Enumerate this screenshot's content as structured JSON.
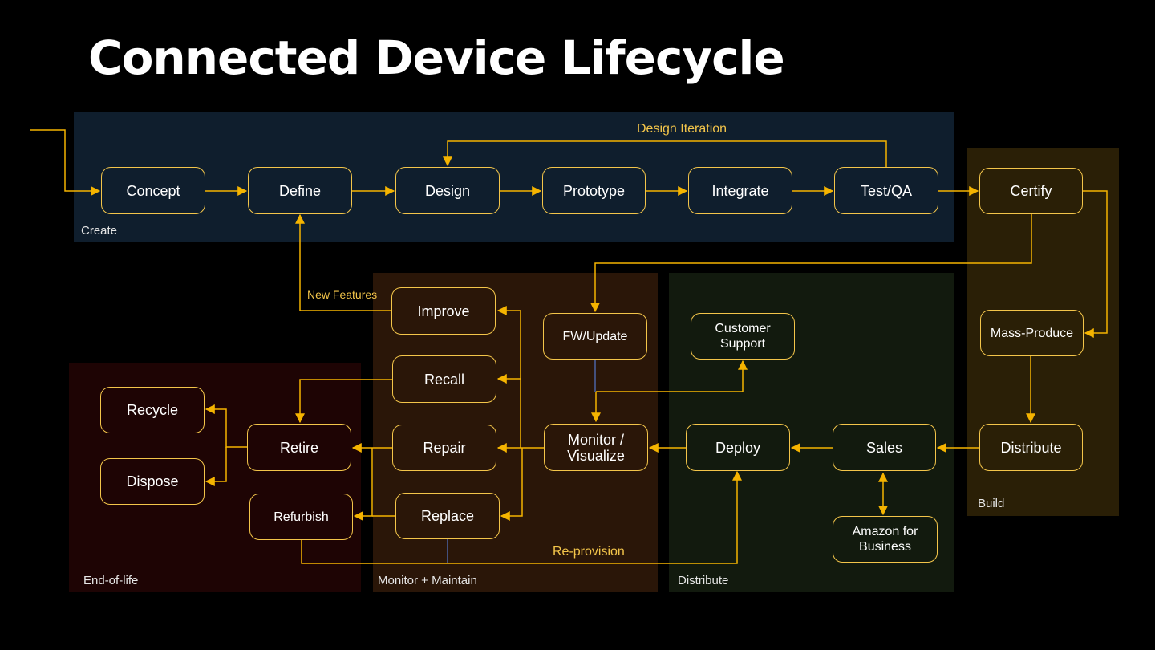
{
  "title": "Connected Device Lifecycle",
  "colors": {
    "accent": "#f3c54a",
    "create_bg": "#0f1e2d",
    "build_bg": "#2a1f06",
    "monitor_bg": "#2a1608",
    "distribute_bg": "#121a0e",
    "eol_bg": "#1e0404",
    "cross_link": "#5577cc"
  },
  "zones": {
    "create": "Create",
    "build": "Build",
    "monitor_maintain": "Monitor + Maintain",
    "distribute": "Distribute",
    "end_of_life": "End-of-life"
  },
  "nodes": {
    "concept": "Concept",
    "define": "Define",
    "design": "Design",
    "prototype": "Prototype",
    "integrate": "Integrate",
    "test_qa": "Test/QA",
    "certify": "Certify",
    "mass_produce": "Mass-Produce",
    "distribute": "Distribute",
    "sales": "Sales",
    "amazon_business": "Amazon for\nBusiness",
    "deploy": "Deploy",
    "customer_support": "Customer\nSupport",
    "fw_update": "FW/Update",
    "monitor_visualize": "Monitor /\nVisualize",
    "improve": "Improve",
    "recall": "Recall",
    "repair": "Repair",
    "replace": "Replace",
    "retire": "Retire",
    "refurbish": "Refurbish",
    "recycle": "Recycle",
    "dispose": "Dispose"
  },
  "edge_labels": {
    "design_iteration": "Design Iteration",
    "new_features": "New Features",
    "re_provision": "Re-provision"
  },
  "edges": [
    [
      "start",
      "concept"
    ],
    [
      "concept",
      "define"
    ],
    [
      "define",
      "design"
    ],
    [
      "design",
      "prototype"
    ],
    [
      "prototype",
      "integrate"
    ],
    [
      "integrate",
      "test_qa"
    ],
    [
      "test_qa",
      "design",
      "Design Iteration"
    ],
    [
      "test_qa",
      "certify"
    ],
    [
      "certify",
      "mass_produce"
    ],
    [
      "certify",
      "fw_update"
    ],
    [
      "mass_produce",
      "distribute"
    ],
    [
      "distribute",
      "sales"
    ],
    [
      "sales",
      "deploy"
    ],
    [
      "sales",
      "amazon_business",
      "bidirectional"
    ],
    [
      "deploy",
      "monitor_visualize"
    ],
    [
      "fw_update",
      "monitor_visualize"
    ],
    [
      "fw_update",
      "customer_support"
    ],
    [
      "monitor_visualize",
      "improve"
    ],
    [
      "monitor_visualize",
      "recall"
    ],
    [
      "monitor_visualize",
      "repair"
    ],
    [
      "monitor_visualize",
      "replace"
    ],
    [
      "improve",
      "define",
      "New Features"
    ],
    [
      "recall",
      "retire"
    ],
    [
      "repair",
      "retire"
    ],
    [
      "repair",
      "refurbish"
    ],
    [
      "replace",
      "refurbish"
    ],
    [
      "replace",
      "deploy",
      "Re-provision"
    ],
    [
      "refurbish",
      "deploy",
      "Re-provision"
    ],
    [
      "retire",
      "recycle"
    ],
    [
      "retire",
      "dispose"
    ]
  ]
}
